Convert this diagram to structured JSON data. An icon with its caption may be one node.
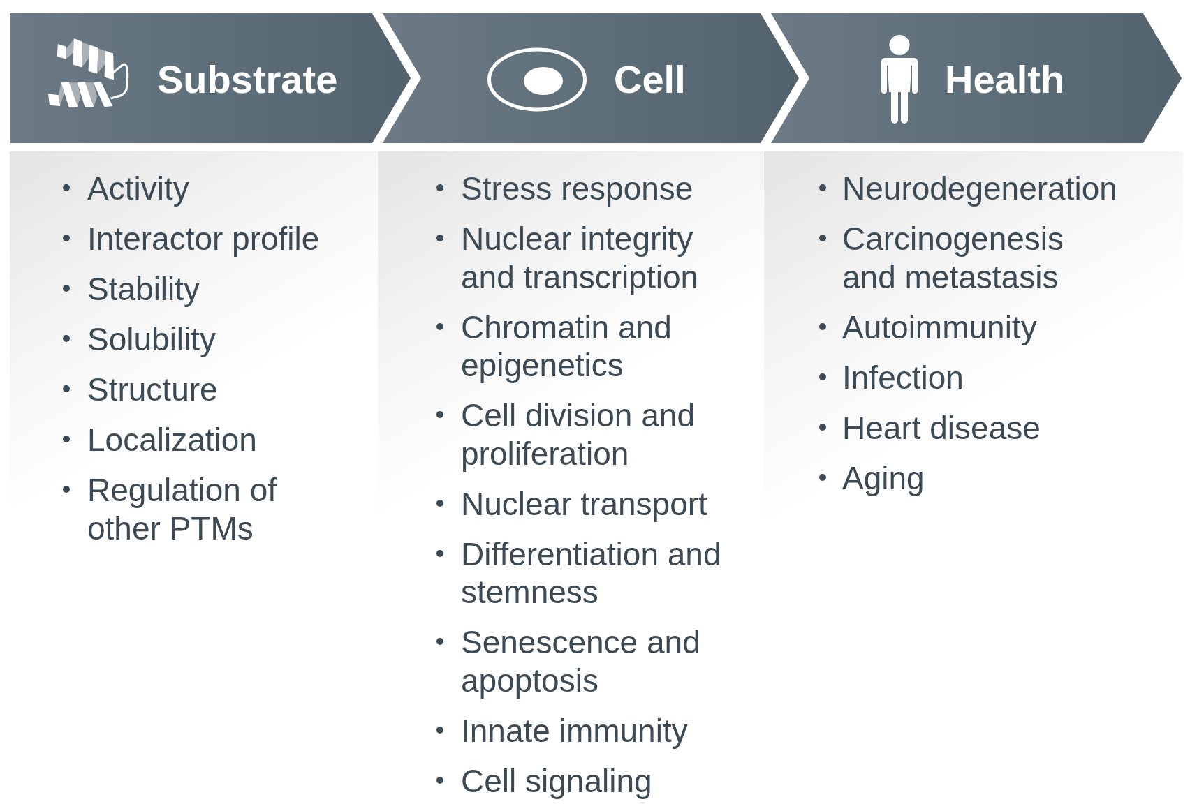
{
  "diagram": {
    "nodes": [
      {
        "text": [
          "Substrate"
        ]
      },
      {
        "text": [
          "Activity",
          "Interactor profile",
          "Stability",
          "Solubility",
          "Structure",
          "Localization",
          "Regulation of other PTMs"
        ]
      },
      {
        "text": [
          "Cell"
        ]
      },
      {
        "text": [
          "Stress response",
          "Nuclear integrity and transcription",
          "Chromatin and epigenetics",
          "Cell division and proliferation",
          "Nuclear transport",
          "Differentiation and stemness",
          "Senescence and apoptosis",
          "Innate immunity",
          "Cell signaling"
        ]
      },
      {
        "text": [
          "Health"
        ]
      },
      {
        "text": [
          "Neurodegeneration",
          "Carcinogenesis and metastasis",
          "Autoimmunity",
          "Infection",
          "Heart disease",
          "Aging"
        ]
      }
    ]
  }
}
